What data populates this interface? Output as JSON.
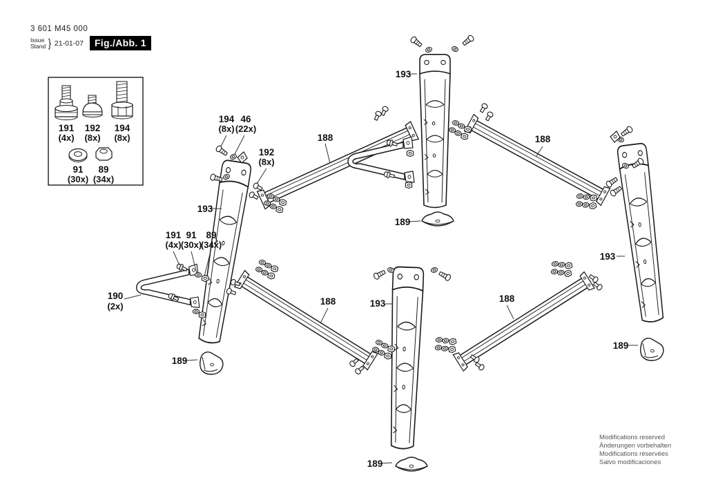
{
  "header": {
    "part_number": "3 601 M45 000",
    "issue_line1": "Issue",
    "issue_line2": "Stand",
    "issue_brace": "}",
    "issue_date": "21-01-07",
    "figure_label": "Fig./Abb. 1"
  },
  "legend": {
    "items": [
      {
        "ref": "191",
        "qty": "(4x)",
        "icon": "flange-bolt-icon"
      },
      {
        "ref": "192",
        "qty": "(8x)",
        "icon": "flange-screw-icon"
      },
      {
        "ref": "194",
        "qty": "(8x)",
        "icon": "hex-bolt-icon"
      },
      {
        "ref": "91",
        "qty": "(30x)",
        "icon": "washer-icon"
      },
      {
        "ref": "89",
        "qty": "(34x)",
        "icon": "nut-icon"
      }
    ]
  },
  "callouts": [
    {
      "id": "screw-top-left-leg",
      "ref": "194",
      "qty": "(8x)"
    },
    {
      "id": "washer-top-left-leg",
      "ref": "46",
      "qty": "(22x)"
    },
    {
      "id": "carriage-bolts-brace",
      "ref": "192",
      "qty": "(8x)"
    },
    {
      "id": "brace-top-left",
      "ref": "188",
      "qty": ""
    },
    {
      "id": "leg-top-center",
      "ref": "193",
      "qty": ""
    },
    {
      "id": "brace-top-right",
      "ref": "188",
      "qty": ""
    },
    {
      "id": "foot-top-center",
      "ref": "189",
      "qty": ""
    },
    {
      "id": "leg-left",
      "ref": "193",
      "qty": ""
    },
    {
      "id": "bolt-bracket",
      "ref": "191",
      "qty": "(4x)"
    },
    {
      "id": "washer-bracket",
      "ref": "91",
      "qty": "(30x)"
    },
    {
      "id": "nut-bracket",
      "ref": "89",
      "qty": "(34x)"
    },
    {
      "id": "bracket-v",
      "ref": "190",
      "qty": "(2x)"
    },
    {
      "id": "foot-left",
      "ref": "189",
      "qty": ""
    },
    {
      "id": "brace-bottom-left",
      "ref": "188",
      "qty": ""
    },
    {
      "id": "leg-bottom-center",
      "ref": "193",
      "qty": ""
    },
    {
      "id": "brace-bottom-right",
      "ref": "188",
      "qty": ""
    },
    {
      "id": "leg-right",
      "ref": "193",
      "qty": ""
    },
    {
      "id": "foot-right",
      "ref": "189",
      "qty": ""
    },
    {
      "id": "foot-bottom-center",
      "ref": "189",
      "qty": ""
    }
  ],
  "footer": {
    "lines": [
      "Modifications reserved",
      "Änderungen vorbehalten",
      "Modifications réservées",
      "Salvo modificaciones"
    ]
  },
  "colors": {
    "line": "#1a1a1a",
    "background": "#ffffff",
    "figure_box_bg": "#000000",
    "figure_box_text": "#ffffff"
  }
}
